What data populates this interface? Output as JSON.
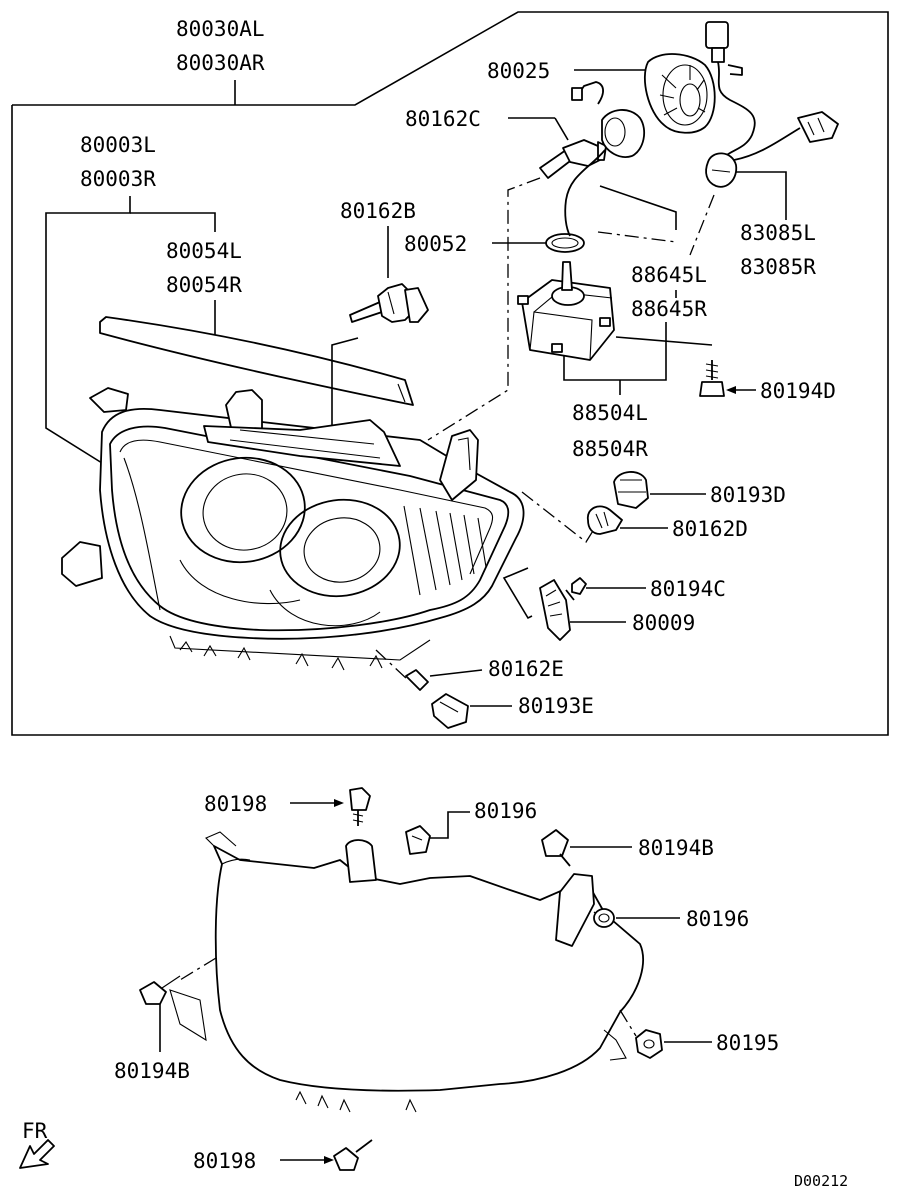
{
  "diagram_id": "D00212",
  "direction_label": "FR",
  "parts": {
    "assy_l": "80030AL",
    "assy_r": "80030AR",
    "bracket_l": "80003L",
    "bracket_r": "80003R",
    "molding_l": "80054L",
    "molding_r": "80054R",
    "bulb_b": "80162B",
    "bulb_c": "80162C",
    "bulb_d": "80162D",
    "bulb_e": "80162E",
    "cap": "80025",
    "seal": "80052",
    "harness_l": "83085L",
    "harness_r": "83085R",
    "ballast_l": "88645L",
    "ballast_r": "88645R",
    "unit_l": "88504L",
    "unit_r": "88504R",
    "screw_d": "80194D",
    "socket_d": "80193D",
    "screw_c": "80194C",
    "adjuster": "80009",
    "socket_e": "80193E",
    "bolt": "80198",
    "clip": "80196",
    "screw_b": "80194B",
    "nut": "80195"
  },
  "colors": {
    "line": "#000000",
    "background": "#ffffff"
  }
}
